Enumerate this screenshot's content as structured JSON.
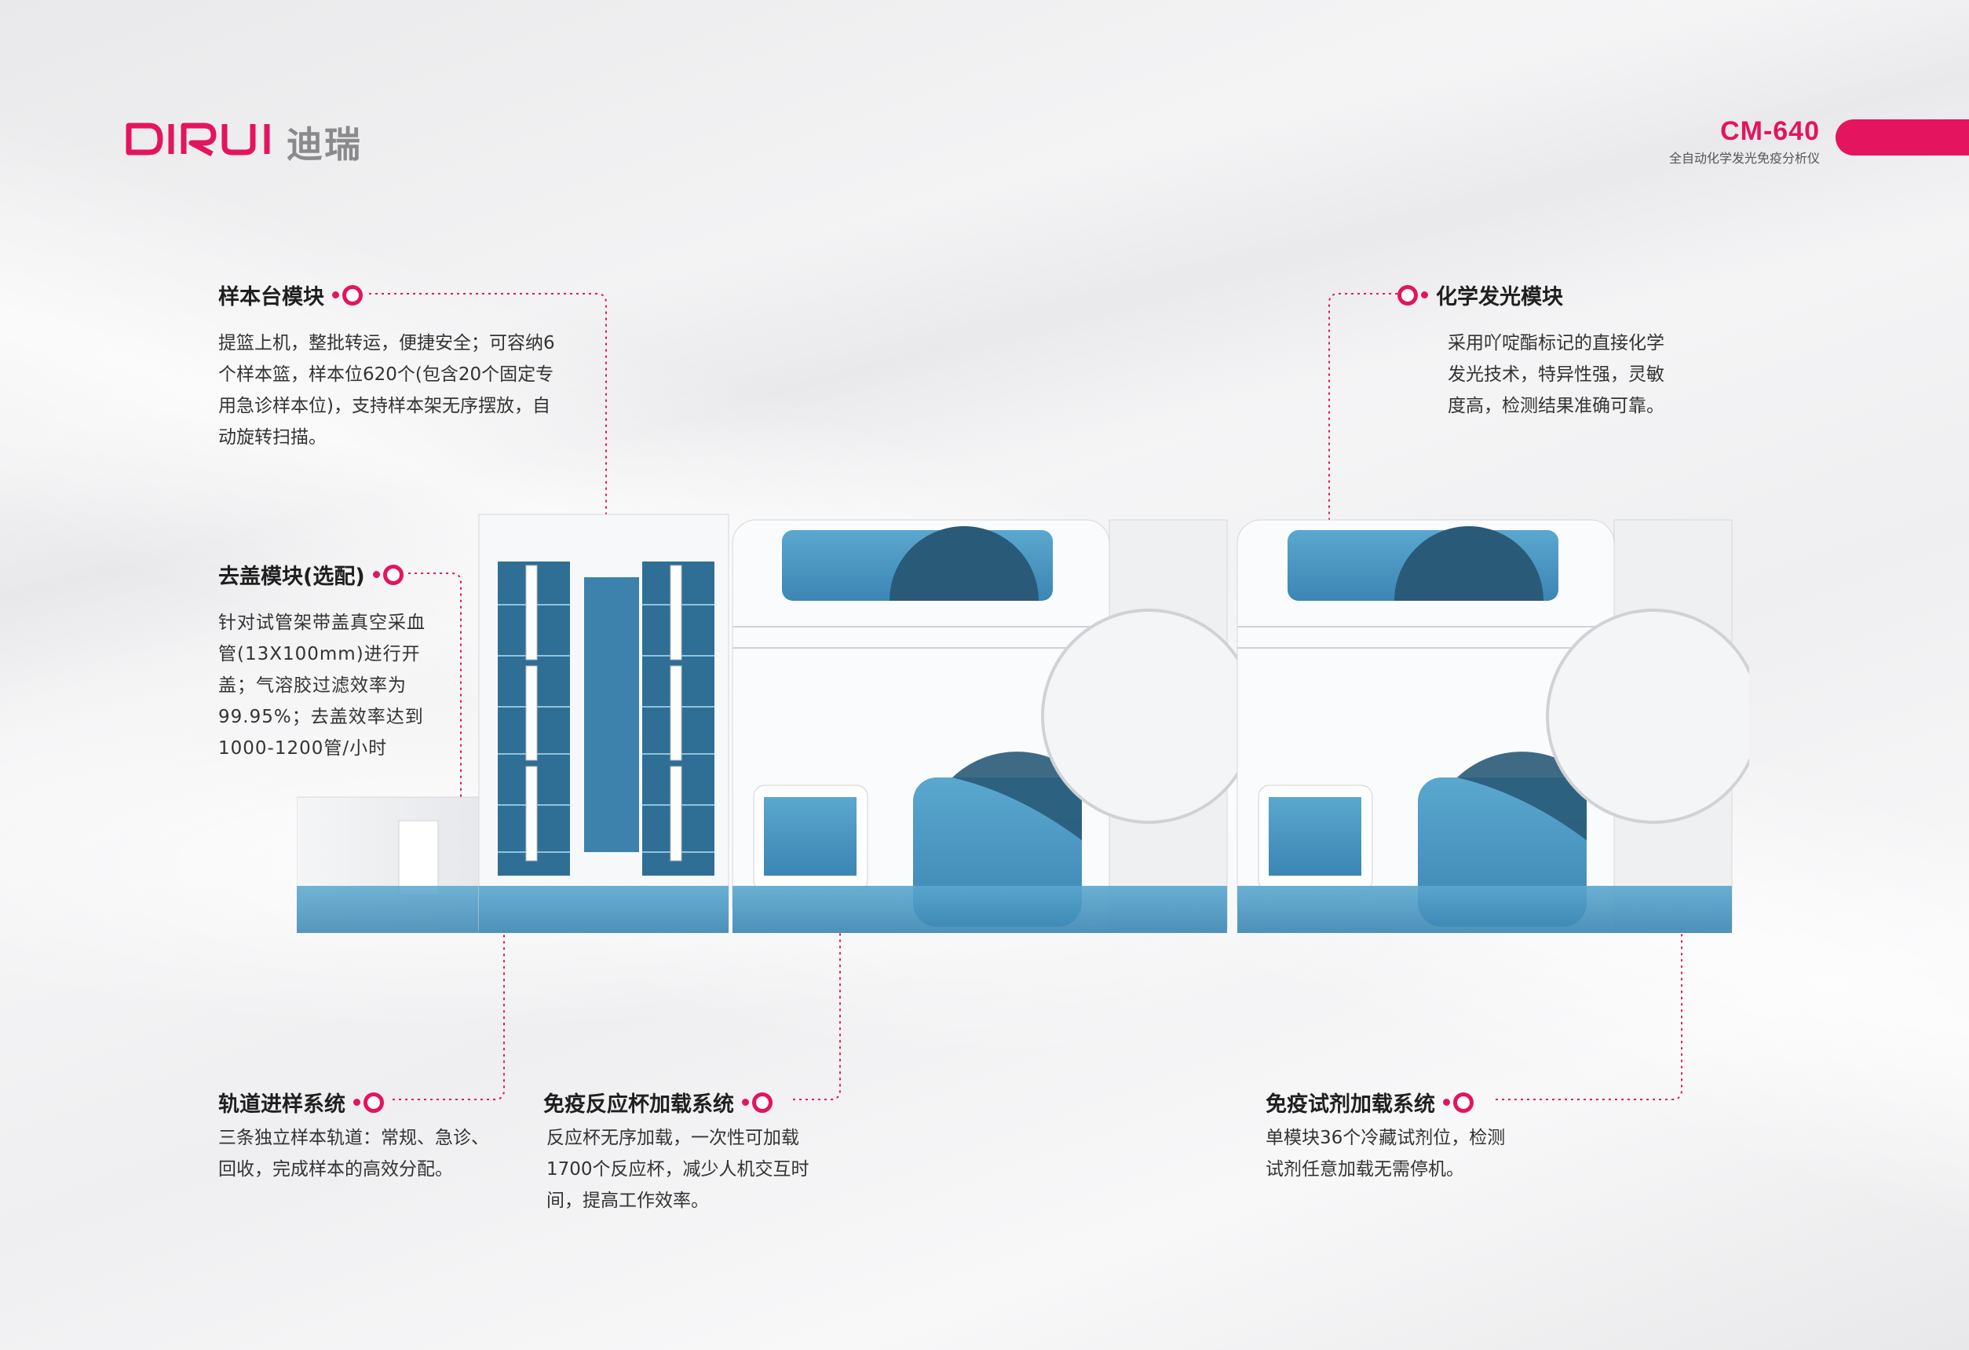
{
  "brand": {
    "name_cn": "迪瑞",
    "accent": "#e4145e"
  },
  "header": {
    "model_code": "CM-640",
    "model_subtitle": "全自动化学发光免疫分析仪"
  },
  "callouts": {
    "sample_module": {
      "title": "样本台模块",
      "lines": [
        "提篮上机，整批转运，便捷安全；可容纳6",
        "个样本篮，样本位620个(包含20个固定专",
        "用急诊样本位)，支持样本架无序摆放，自",
        "动旋转扫描。"
      ]
    },
    "decap_module": {
      "title": "去盖模块(选配)",
      "lines": [
        "针对试管架带盖真空采血",
        "管(13X100mm)进行开",
        "盖；气溶胶过滤效率为",
        "99.95%；去盖效率达到",
        "1000-1200管/小时"
      ]
    },
    "chemi_module": {
      "title": "化学发光模块",
      "lines": [
        "采用吖啶酯标记的直接化学",
        "发光技术，特异性强，灵敏",
        "度高，检测结果准确可靠。"
      ]
    },
    "track_system": {
      "title": "轨道进样系统",
      "lines": [
        "三条独立样本轨道：常规、急诊、",
        "回收，完成样本的高效分配。"
      ]
    },
    "cuvette_system": {
      "title": "免疫反应杯加载系统",
      "lines": [
        "反应杯无序加载，一次性可加载",
        "1700个反应杯，减少人机交互时",
        "间，提高工作效率。"
      ]
    },
    "reagent_system": {
      "title": "免疫试剂加载系统",
      "lines": [
        "单模块36个冷藏试剂位，检测",
        "试剂任意加载无需停机。"
      ]
    }
  },
  "icons": [
    "diruі-logo",
    "callout-dot-icon"
  ]
}
